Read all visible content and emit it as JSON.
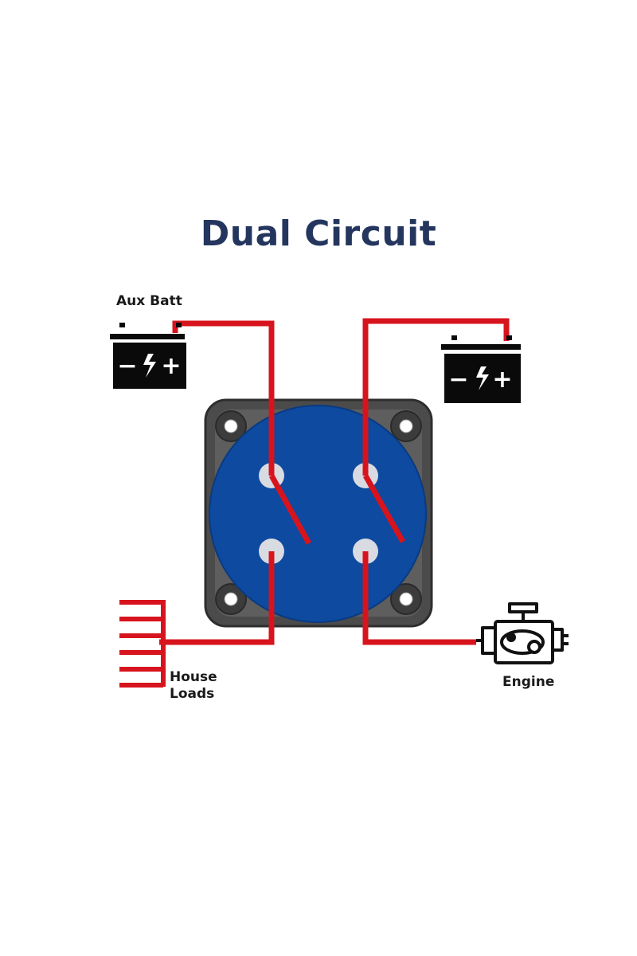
{
  "title": "Dual Circuit",
  "labels": {
    "aux_batt": "Aux Batt",
    "house_loads_line1": "House",
    "house_loads_line2": "Loads",
    "engine": "Engine"
  },
  "battery_symbol": {
    "minus": "−",
    "plus": "+"
  },
  "colors": {
    "title": "#24365e",
    "wire": "#d7141d",
    "switch_face": "#0d4aa0",
    "housing": "#4a4a4a",
    "battery": "#0a0a0a"
  }
}
